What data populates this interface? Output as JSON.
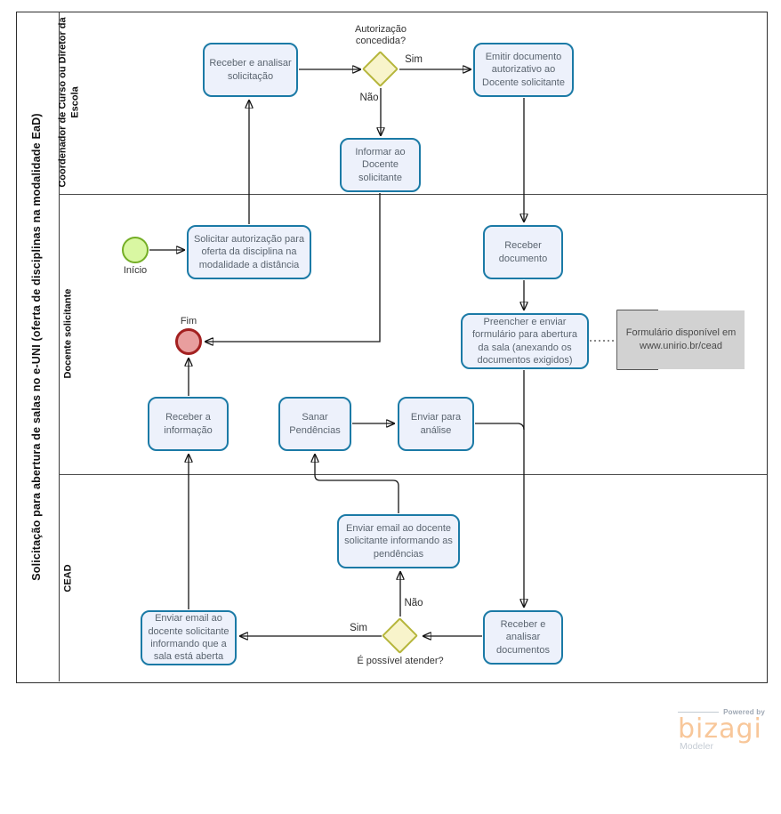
{
  "pool": {
    "title": "Solicitação para abertura de salas no e-UNI (oferta de disciplinas na modalidade EaD)",
    "lanes": [
      {
        "label": "Coordenador de Curso ou Diretor da Escola"
      },
      {
        "label": "Docente  solicitante"
      },
      {
        "label": "CEAD"
      }
    ]
  },
  "nodes": {
    "receber_analisar_solicitacao": {
      "label": "Receber  e analisar solicitação"
    },
    "emitir_documento": {
      "label": "Emitir documento autorizativo ao Docente solicitante"
    },
    "informar_docente": {
      "label": "Informar ao Docente solicitante"
    },
    "solicitar_autorizacao": {
      "label": "Solicitar autorização para oferta da disciplina na modalidade a distância"
    },
    "receber_documento": {
      "label": "Receber documento"
    },
    "preencher_formulario": {
      "label": "Preencher e enviar formulário para abertura da sala (anexando os documentos exigidos)"
    },
    "receber_informacao": {
      "label": "Receber a informação"
    },
    "sanar_pendencias": {
      "label": "Sanar Pendências"
    },
    "enviar_para_analise": {
      "label": "Enviar para análise"
    },
    "enviar_email_pendencias": {
      "label": "Enviar email ao docente solicitante informando as pendências"
    },
    "enviar_email_sala_aberta": {
      "label": "Enviar email ao docente solicitante informando que a sala está aberta"
    },
    "receber_analisar_documentos": {
      "label": "Receber e analisar documentos"
    }
  },
  "events": {
    "start": {
      "label": "Início"
    },
    "end": {
      "label": "Fim"
    }
  },
  "gateways": {
    "autorizacao": {
      "question": "Autorização concedida?",
      "yes": "Sim",
      "no": "Não"
    },
    "atender": {
      "question": "É possível atender?",
      "yes": "Sim",
      "no": "Não"
    }
  },
  "annotation": {
    "text": "Formulário disponível em www.unirio.br/cead"
  },
  "logo": {
    "powered_by": "Powered by",
    "brand": "bizagi",
    "product": "Modeler"
  },
  "colors": {
    "task_border": "#1b7aa6",
    "task_fill": "#edf1fb",
    "gateway_border": "#b6b63c",
    "gateway_fill": "#f8f4cb",
    "start_border": "#74ae25",
    "start_fill": "#d9f7a2",
    "end_border": "#a32020",
    "end_fill": "#e89e9e",
    "annotation_fill": "#d2d2d2",
    "brand_orange": "#f8c79a"
  }
}
